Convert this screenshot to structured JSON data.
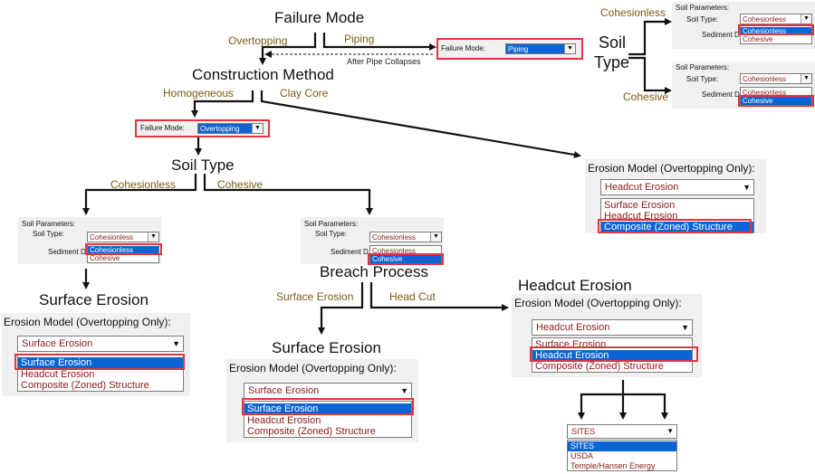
{
  "nodes": {
    "failure_mode": "Failure Mode",
    "construction_method": "Construction Method",
    "soil_type_center": "Soil Type",
    "soil_type_legend": "Soil",
    "soil_type_legend2": "Type",
    "breach_process": "Breach Process",
    "surface_erosion_left": "Surface Erosion",
    "surface_erosion_mid": "Surface Erosion",
    "headcut_erosion": "Headcut Erosion"
  },
  "branch_labels": {
    "overtopping": "Overtopping",
    "piping": "Piping",
    "homogeneous": "Homogeneous",
    "clay_core": "Clay Core",
    "cohesionless_left": "Cohesionless",
    "cohesive_mid": "Cohesive",
    "surface_erosion_branch": "Surface Erosion",
    "head_cut_branch": "Head Cut",
    "cohesionless_legend": "Cohesionless",
    "cohesive_legend": "Cohesive"
  },
  "notes": {
    "after_pipe_collapses": "After Pipe Collapses"
  },
  "failure_mode_piping": {
    "label": "Failure Mode:",
    "value": "Piping",
    "arrow": "▼"
  },
  "failure_mode_overtopping": {
    "label": "Failure Mode:",
    "value": "Overtopping",
    "arrow": "▼"
  },
  "soil_params": {
    "title": "Soil Parameters:",
    "soil_type_label": "Soil Type:",
    "sediment_label": "Sediment D",
    "value": "Cohesionless",
    "arrow": "▼",
    "options": [
      "Cohesionless",
      "Cohesive"
    ]
  },
  "erosion_model": {
    "title": "Erosion Model (Overtopping Only):",
    "arrow": "▼",
    "options": [
      "Surface Erosion",
      "Headcut Erosion",
      "Composite (Zoned) Structure"
    ],
    "value_headcut": "Headcut Erosion",
    "value_surface": "Surface Erosion"
  },
  "sites": {
    "value": "SITES",
    "arrow": "▼",
    "options": [
      "SITES",
      "USDA",
      "Temple/Hansen Energy"
    ]
  },
  "colors": {
    "branch_label": "#7a5c12",
    "highlight": "#0a64d6",
    "red_box": "#e3343f",
    "option_text": "#8b1a1a"
  }
}
